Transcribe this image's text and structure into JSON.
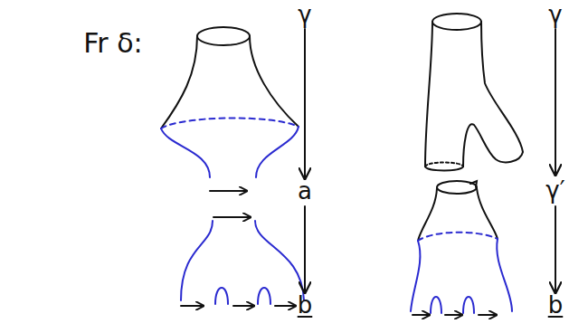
{
  "diagram": {
    "labels": [
      "Fr δ:",
      "γ",
      "a",
      "b",
      "γ",
      "γ′",
      "b"
    ]
  }
}
